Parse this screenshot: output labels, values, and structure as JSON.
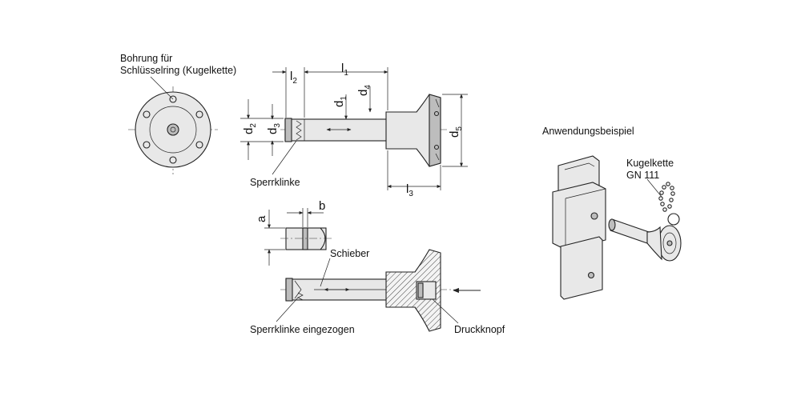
{
  "labels": {
    "bohrung_line1": "Bohrung für",
    "bohrung_line2": "Schlüsselring (Kugelkette)",
    "sperrklinke": "Sperrklinke",
    "schieber": "Schieber",
    "sperrklinke_eingezogen": "Sperrklinke eingezogen",
    "druckknopf": "Druckknopf",
    "anwendungsbeispiel": "Anwendungsbeispiel",
    "kugelkette": "Kugelkette",
    "gn111": "GN 111"
  },
  "dimensions": {
    "l2": {
      "main": "l",
      "sub": "2"
    },
    "l1": {
      "main": "l",
      "sub": "1"
    },
    "l3": {
      "main": "l",
      "sub": "3"
    },
    "d1": {
      "main": "d",
      "sub": "1"
    },
    "d2": {
      "main": "d",
      "sub": "2"
    },
    "d3": {
      "main": "d",
      "sub": "3"
    },
    "d4": {
      "main": "d",
      "sub": "4"
    },
    "d5": {
      "main": "d",
      "sub": "5"
    },
    "a": "a",
    "b": "b"
  }
}
